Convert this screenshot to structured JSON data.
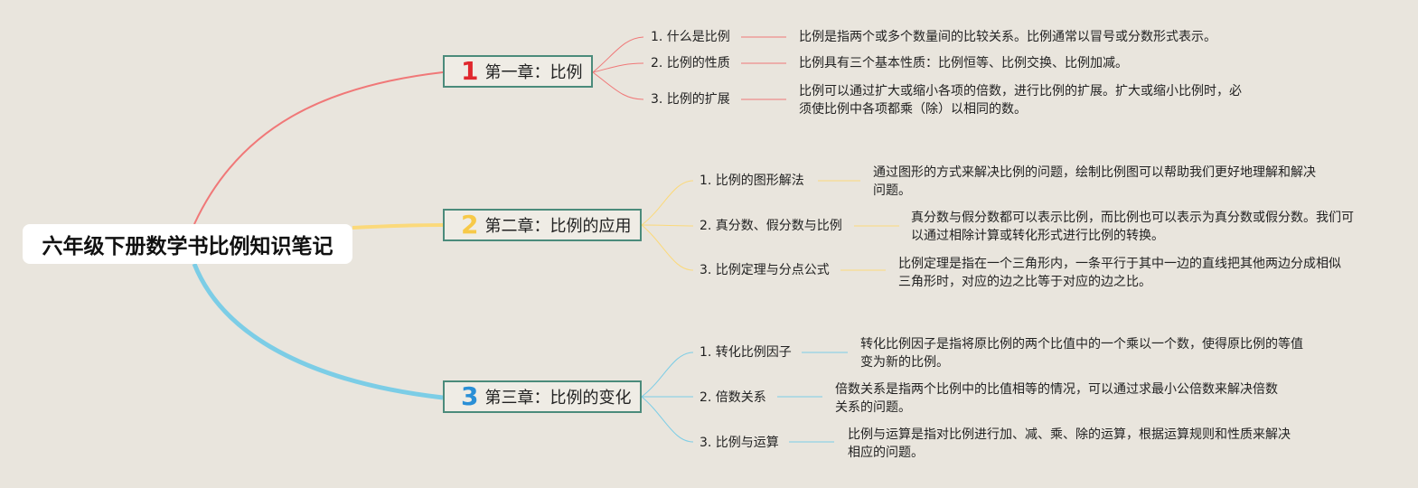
{
  "root": {
    "title": "六年级下册数学书比例知识笔记"
  },
  "colors": {
    "chapter1": "#f07878",
    "chapter2": "#fbd97a",
    "chapter3": "#7ccde6",
    "chapter_border": "#4b8b7b",
    "num1": "#e0282e",
    "num2": "#f7c948",
    "num3": "#2a8fd6"
  },
  "chapters": [
    {
      "num": "1",
      "title": "第一章：比例",
      "topics": [
        {
          "label": "1. 什么是比例",
          "desc": "比例是指两个或多个数量间的比较关系。比例通常以冒号或分数形式表示。"
        },
        {
          "label": "2. 比例的性质",
          "desc": "比例具有三个基本性质：比例恒等、比例交换、比例加减。"
        },
        {
          "label": "3. 比例的扩展",
          "desc": "比例可以通过扩大或缩小各项的倍数，进行比例的扩展。扩大或缩小比例时，必须使比例中各项都乘（除）以相同的数。"
        }
      ]
    },
    {
      "num": "2",
      "title": "第二章：比例的应用",
      "topics": [
        {
          "label": "1. 比例的图形解法",
          "desc": "通过图形的方式来解决比例的问题，绘制比例图可以帮助我们更好地理解和解决问题。"
        },
        {
          "label": "2. 真分数、假分数与比例",
          "desc": "真分数与假分数都可以表示比例，而比例也可以表示为真分数或假分数。我们可以通过相除计算或转化形式进行比例的转换。"
        },
        {
          "label": "3. 比例定理与分点公式",
          "desc": "比例定理是指在一个三角形内，一条平行于其中一边的直线把其他两边分成相似三角形时，对应的边之比等于对应的边之比。"
        }
      ]
    },
    {
      "num": "3",
      "title": "第三章：比例的变化",
      "topics": [
        {
          "label": "1. 转化比例因子",
          "desc": "转化比例因子是指将原比例的两个比值中的一个乘以一个数，使得原比例的等值变为新的比例。"
        },
        {
          "label": "2. 倍数关系",
          "desc": "倍数关系是指两个比例中的比值相等的情况，可以通过求最小公倍数来解决倍数关系的问题。"
        },
        {
          "label": "3. 比例与运算",
          "desc": "比例与运算是指对比例进行加、减、乘、除的运算，根据运算规则和性质来解决相应的问题。"
        }
      ]
    }
  ]
}
